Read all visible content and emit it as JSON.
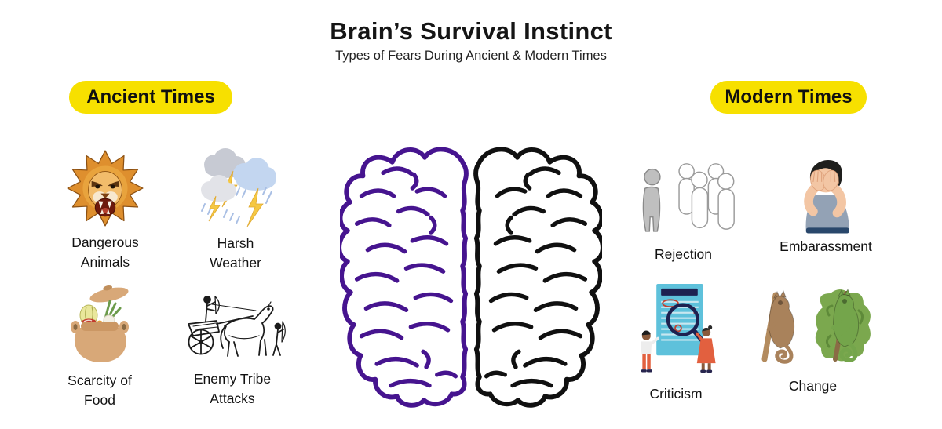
{
  "page": {
    "title": "Brain’s Survival Instinct",
    "subtitle": "Types of Fears During Ancient & Modern Times"
  },
  "ancient": {
    "badge": "Ancient Times",
    "items": [
      {
        "label": "Dangerous Animals",
        "icon": "lion-icon"
      },
      {
        "label": "Harsh Weather",
        "icon": "storm-clouds-icon"
      },
      {
        "label": "Scarcity of Food",
        "icon": "food-pot-icon"
      },
      {
        "label": "Enemy Tribe Attacks",
        "icon": "chariot-icon"
      }
    ]
  },
  "modern": {
    "badge": "Modern Times",
    "items": [
      {
        "label": "Rejection",
        "icon": "outcast-person-icon"
      },
      {
        "label": "Embarassment",
        "icon": "covering-face-icon"
      },
      {
        "label": "Criticism",
        "icon": "document-review-icon"
      },
      {
        "label": "Change",
        "icon": "chameleons-icon"
      }
    ]
  },
  "brain": {
    "left_color": "#46148f",
    "right_color": "#101010"
  },
  "colors": {
    "badge_yellow": "#f7e000",
    "background": "#ffffff"
  }
}
